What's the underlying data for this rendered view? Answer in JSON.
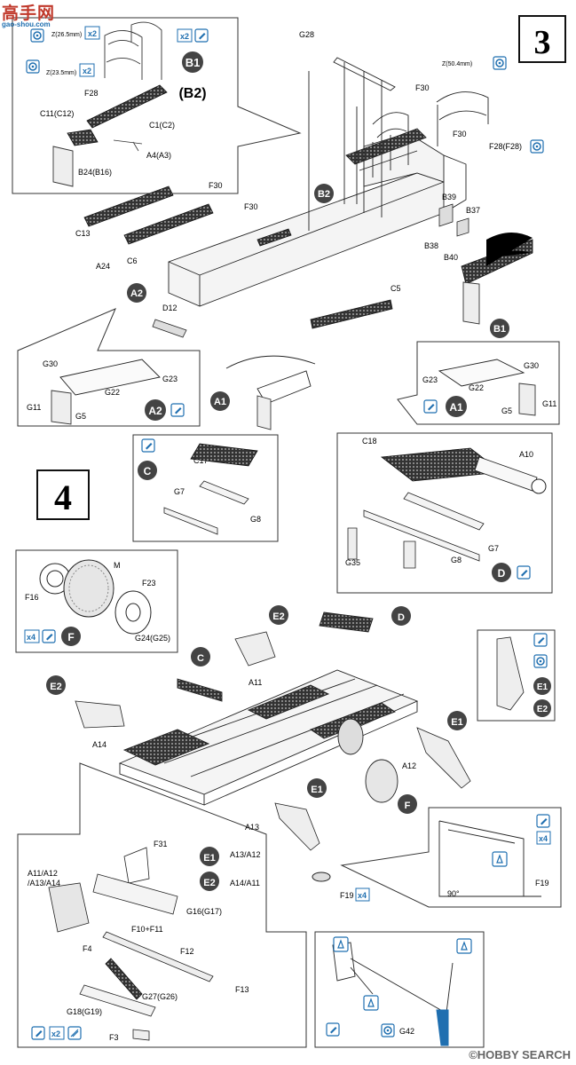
{
  "watermark": {
    "title": "高手网",
    "url": "gao-shou.com"
  },
  "footer": {
    "text": "©HOBBY SEARCH"
  },
  "step3": {
    "number": "3",
    "inset": {
      "z265": "Z(26.5mm)",
      "x2a": "x2",
      "x2b": "x2",
      "z235": "Z(23.5mm)",
      "x2c": "x2",
      "B1": "B1",
      "B2": "(B2)",
      "F28": "F28",
      "C11": "C11(C12)",
      "C1": "C1(C2)",
      "A4": "A4(A3)",
      "B24": "B24(B16)"
    },
    "labels": {
      "G28": "G28",
      "Z504": "Z(50.4mm)",
      "F30a": "F30",
      "F30b": "F30",
      "F28F28": "F28(F28)",
      "B2": "B2",
      "F30c": "F30",
      "F30d": "F30",
      "C13": "C13",
      "A24": "A24",
      "C6": "C6",
      "A2": "A2",
      "D12": "D12",
      "B39": "B39",
      "B37": "B37",
      "B38": "B38",
      "B40": "B40",
      "C5": "C5",
      "B1": "B1",
      "A1": "A1"
    },
    "insetA2": {
      "G30": "G30",
      "G23": "G23",
      "G22": "G22",
      "G11": "G11",
      "G5": "G5",
      "A2": "A2"
    },
    "insetA1": {
      "G30": "G30",
      "G23": "G23",
      "G22": "G22",
      "G5": "G5",
      "G11": "G11",
      "A1": "A1"
    }
  },
  "step4": {
    "number": "4",
    "insetC": {
      "C": "C",
      "C17": "C17",
      "G7": "G7",
      "G8": "G8"
    },
    "insetD": {
      "C18": "C18",
      "A10": "A10",
      "G7": "G7",
      "G8": "G8",
      "G35": "G35",
      "D": "D"
    },
    "insetF": {
      "F16": "F16",
      "M": "M",
      "F23": "F23",
      "G24": "G24(G25)",
      "x4": "x4",
      "F": "F"
    },
    "labels": {
      "E2a": "E2",
      "D": "D",
      "A11": "A11",
      "C": "C",
      "E2b": "E2",
      "A14": "A14",
      "E1a": "E1",
      "A12": "A12",
      "E1b": "E1",
      "A13": "A13",
      "F": "F",
      "F19": "F19",
      "x4": "x4"
    },
    "insetE": {
      "E1": "E1",
      "E2": "E2"
    },
    "legend": {
      "E1": "E1",
      "E1val": "A13/A12",
      "E2": "E2",
      "E2val": "A14/A11"
    },
    "inset90": {
      "x4": "x4",
      "angle": "90°",
      "F19": "F19"
    },
    "insetLeg": {
      "F31": "F31",
      "A11": "A11/A12",
      "A13": "/A13/A14",
      "G16": "G16(G17)",
      "F10": "F10+F11",
      "F4": "F4",
      "F12": "F12",
      "F13": "F13",
      "G27": "G27(G26)",
      "G18": "G18(G19)",
      "F3": "F3",
      "x2": "x2"
    },
    "insetG42": {
      "G42": "G42"
    }
  },
  "colors": {
    "ink": "#111111",
    "accent": "#1f6fb0",
    "ink_fill": "#2a2a2a"
  }
}
